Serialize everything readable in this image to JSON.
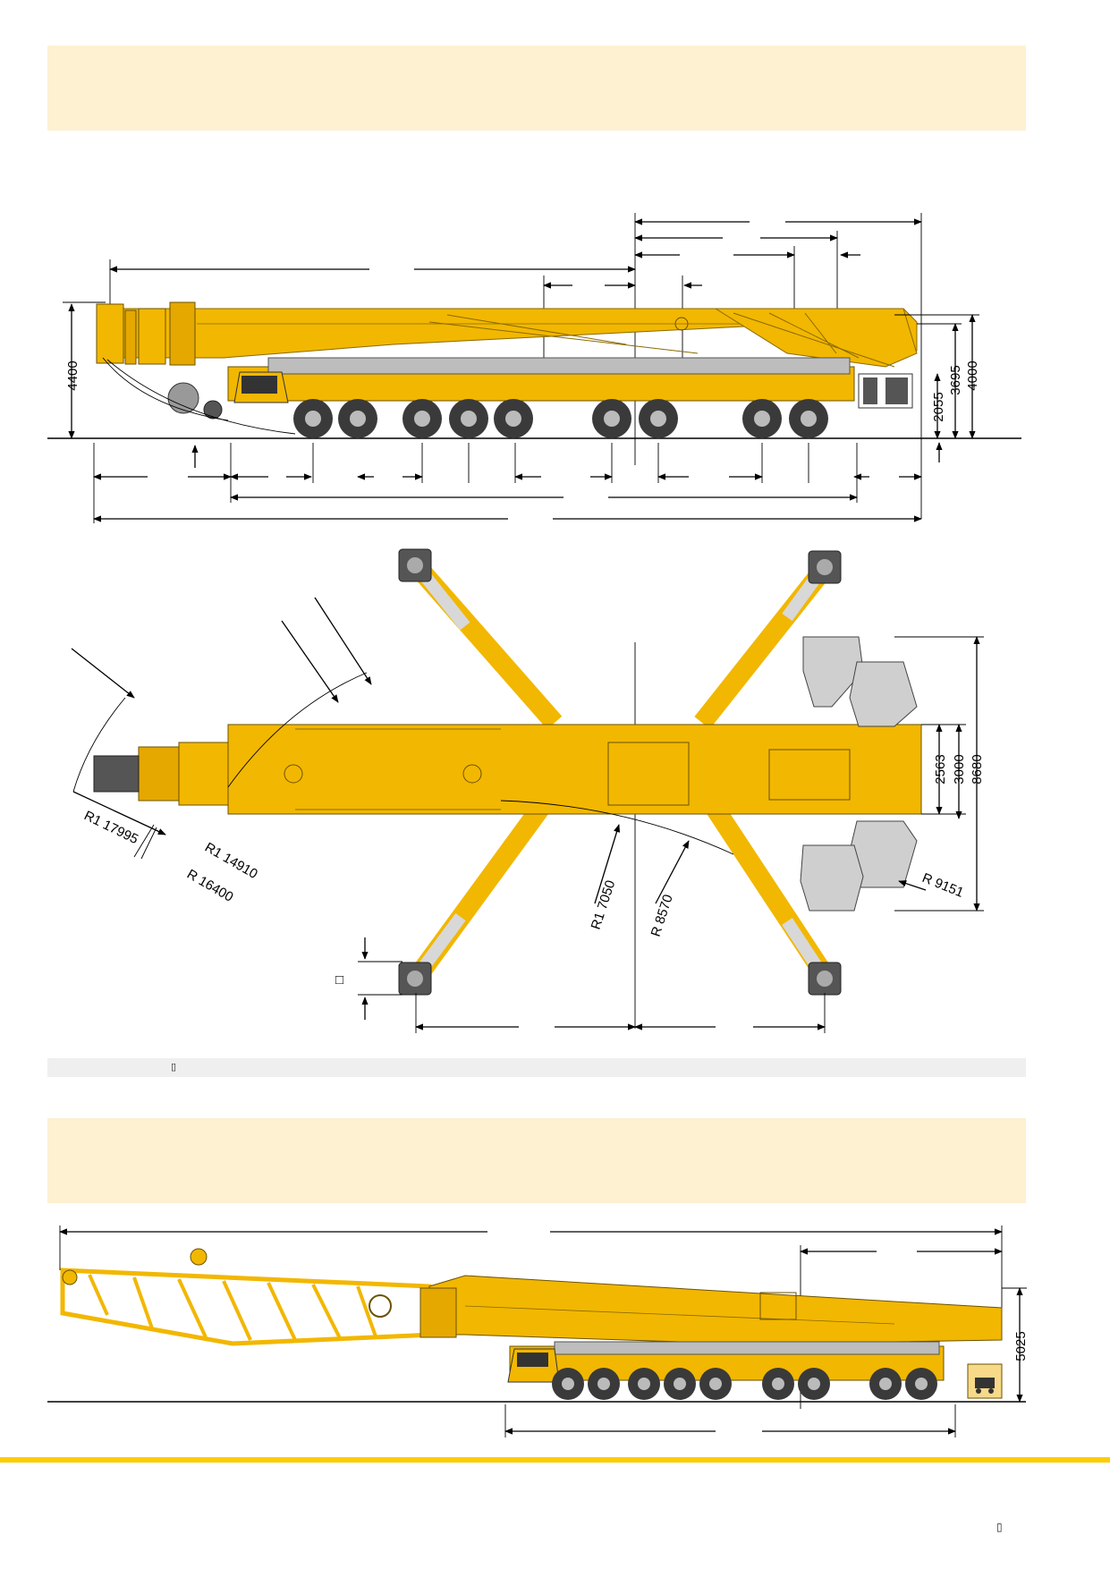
{
  "side_view": {
    "dim_height_total": "4400",
    "dim_rear_heights": [
      "2055",
      "3695",
      "4000"
    ]
  },
  "top_view": {
    "radii": [
      "R1 17995",
      "R1 14910",
      "R 16400",
      "R1 7050",
      "R 8570",
      "R 9151"
    ],
    "dim_widths": [
      "2563",
      "3000",
      "8680"
    ],
    "outrigger_pad_symbol": "□"
  },
  "footnote": {
    "symbol": "▯"
  },
  "transport_view": {
    "dim_height": "5025"
  },
  "page": {
    "number_symbol": "▯"
  },
  "colors": {
    "crane_yellow": "#f2b700",
    "banner_cream": "#fdf1d2",
    "accent_rule": "#ffcc00",
    "footnote_gray": "#efefef"
  }
}
